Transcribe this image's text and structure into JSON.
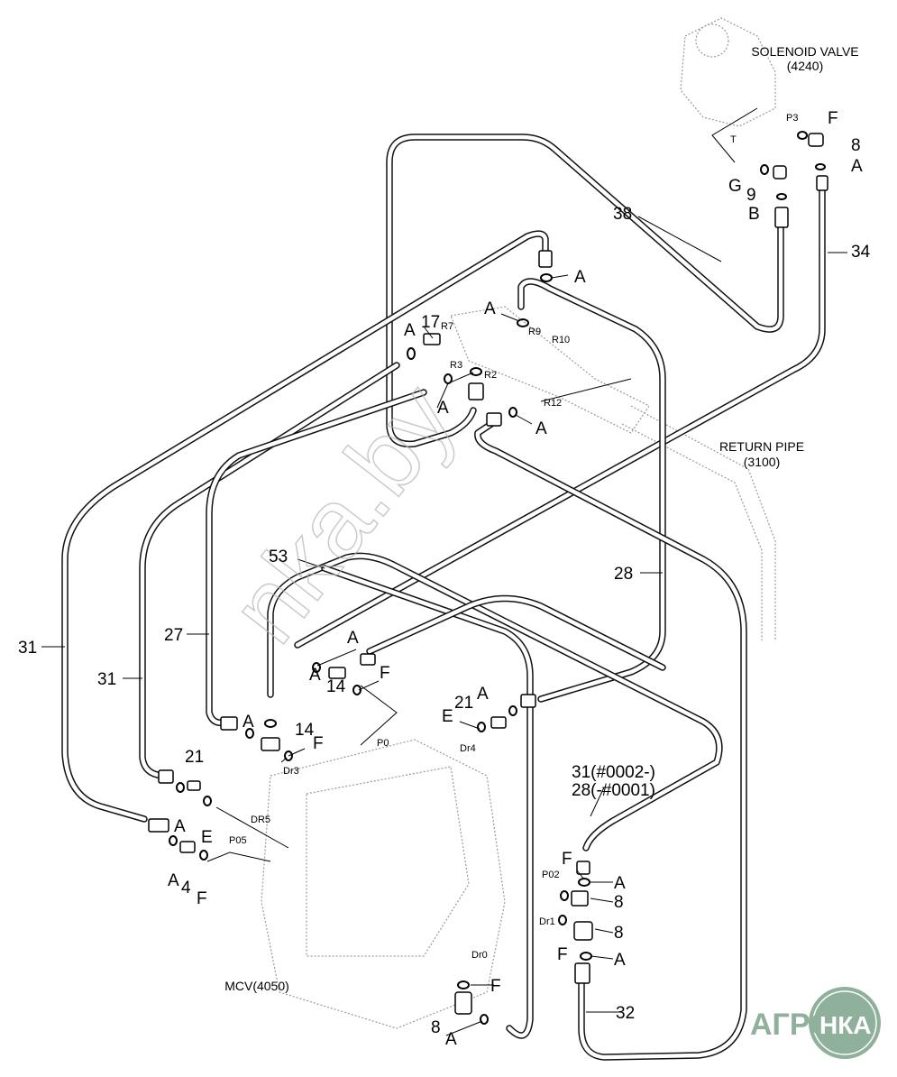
{
  "title": {
    "component": "SOLENOID VALVE",
    "code": "(4240)"
  },
  "return_pipe": {
    "name": "RETURN PIPE",
    "code": "(3100)"
  },
  "mcv": "MCV(4050)",
  "watermark": "nka.by",
  "logo": {
    "left": "АГРО",
    "right": "НКА",
    "color": "#8fb09a"
  },
  "labels": [
    "P3",
    "F",
    "T",
    "8",
    "A",
    "G",
    "9",
    "B",
    "38",
    "34",
    "A",
    "A",
    "17",
    "R7",
    "R9",
    "R10",
    "A",
    "R3",
    "R2",
    "A",
    "R12",
    "A",
    "53",
    "28",
    "31",
    "27",
    "31",
    "A",
    "F",
    "A",
    "14",
    "A",
    "21",
    "E",
    "Dr4",
    "P0",
    "A",
    "14",
    "F",
    "Dr3",
    "21",
    "31(#0002-)",
    "28(-#0001)",
    "DR5",
    "A",
    "E",
    "P05",
    "F",
    "A",
    "P02",
    "8",
    "A",
    "4",
    "F",
    "Dr1",
    "8",
    "F",
    "A",
    "Dr0",
    "F",
    "32",
    "8",
    "A"
  ]
}
